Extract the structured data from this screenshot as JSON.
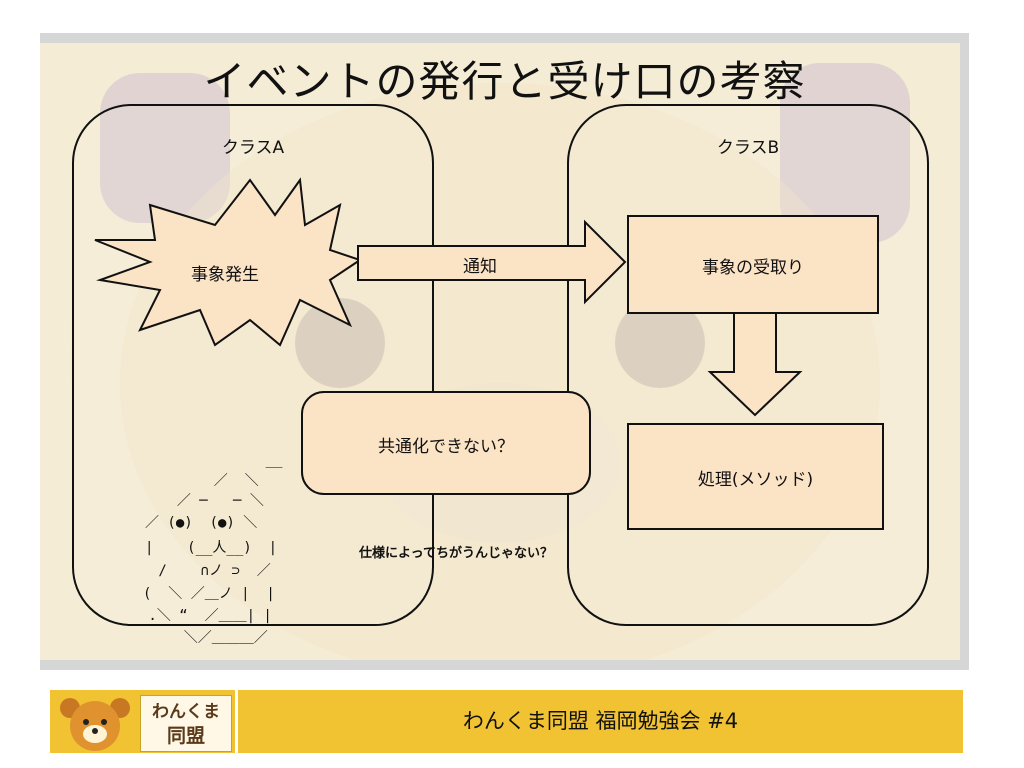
{
  "slide": {
    "title": "イベントの発行と受け口の考察"
  },
  "diagram": {
    "class_a_label": "クラスA",
    "class_b_label": "クラスB",
    "event_label": "事象発生",
    "notify_label": "通知",
    "receive_label": "事象の受取り",
    "process_label": "処理(メソッド)",
    "question_label": "共通化できない？",
    "comment_label": "仕様によってちがうんじゃない？",
    "ascii_art": [
      "      __",
      "    ／  ＼",
      "  ／ ─   ─ ＼",
      "／ (●)  (●) ＼",
      "|    (__人__)  |",
      " /    ∩ノ ⊃  ／",
      "(  ＼ ／＿ノ |  |",
      " .＼ “  ／＿＿| |",
      "    ＼／＿＿＿／"
    ]
  },
  "footer": {
    "logo_line1": "わんくま",
    "logo_line2": "同盟",
    "text": "わんくま同盟 福岡勉強会 #4"
  },
  "colors": {
    "slide_bg": "#f5ecd5",
    "box_fill": "#fbe3c6",
    "footer_bar": "#f1c232"
  }
}
